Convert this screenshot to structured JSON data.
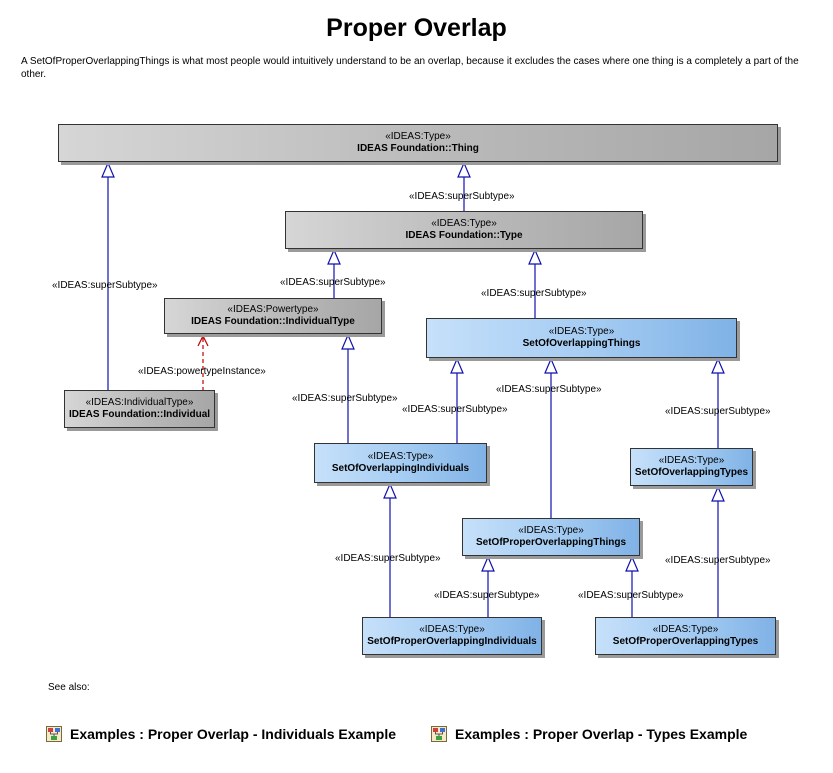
{
  "title": "Proper Overlap",
  "description": "A SetOfProperOverlappingThings is what most people would intuitively understand to be an overlap, because it excludes the cases where one thing is a completely a part of the other.",
  "nodes": {
    "thing": {
      "stereotype": "«IDEAS:Type»",
      "name": "IDEAS Foundation::Thing"
    },
    "type": {
      "stereotype": "«IDEAS:Type»",
      "name": "IDEAS Foundation::Type"
    },
    "individual_type": {
      "stereotype": "«IDEAS:Powertype»",
      "name": "IDEAS Foundation::IndividualType"
    },
    "individual": {
      "stereotype": "«IDEAS:IndividualType»",
      "name": "IDEAS Foundation::Individual"
    },
    "set_overlapping_things": {
      "stereotype": "«IDEAS:Type»",
      "name": "SetOfOverlappingThings"
    },
    "set_overlapping_individuals": {
      "stereotype": "«IDEAS:Type»",
      "name": "SetOfOverlappingIndividuals"
    },
    "set_overlapping_types": {
      "stereotype": "«IDEAS:Type»",
      "name": "SetOfOverlappingTypes"
    },
    "set_proper_overlapping_things": {
      "stereotype": "«IDEAS:Type»",
      "name": "SetOfProperOverlappingThings"
    },
    "set_proper_overlapping_individuals": {
      "stereotype": "«IDEAS:Type»",
      "name": "SetOfProperOverlappingIndividuals"
    },
    "set_proper_overlapping_types": {
      "stereotype": "«IDEAS:Type»",
      "name": "SetOfProperOverlappingTypes"
    }
  },
  "edge_labels": {
    "type_thing": "«IDEAS:superSubtype»",
    "individual_thing": "«IDEAS:superSubtype»",
    "indtype_type": "«IDEAS:superSubtype»",
    "sot_type": "«IDEAS:superSubtype»",
    "powertype_instance": "«IDEAS:powertypeInstance»",
    "soi_indtype": "«IDEAS:superSubtype»",
    "soi_sot": "«IDEAS:superSubtype»",
    "spot_sot": "«IDEAS:superSubtype»",
    "sotypes_sot": "«IDEAS:superSubtype»",
    "spoi_soi": "«IDEAS:superSubtype»",
    "spoi_spot": "«IDEAS:superSubtype»",
    "spotypes_spot": "«IDEAS:superSubtype»",
    "spotypes_sotypes": "«IDEAS:superSubtype»"
  },
  "see_also": {
    "label": "See also:",
    "links": [
      {
        "text": "Examples : Proper Overlap - Individuals Example",
        "icon": "diagram-icon"
      },
      {
        "text": "Examples : Proper Overlap - Types Example",
        "icon": "diagram-icon"
      }
    ]
  },
  "colors": {
    "generalization_line": "#1010b0",
    "instance_line": "#c00000"
  }
}
